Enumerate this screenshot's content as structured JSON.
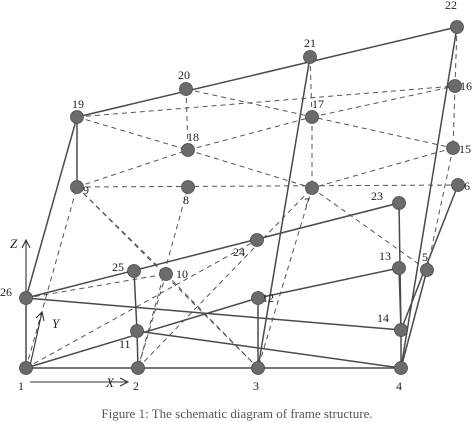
{
  "figure": {
    "caption": "Figure 1: The schematic diagram of frame structure.",
    "axes": {
      "x": "X",
      "y": "Y",
      "z": "Z"
    },
    "colors": {
      "line": "#4a4a4a",
      "node": "#6b6b6b",
      "text": "#222222"
    },
    "nodes": [
      {
        "id": "1"
      },
      {
        "id": "2"
      },
      {
        "id": "3"
      },
      {
        "id": "4"
      },
      {
        "id": "5"
      },
      {
        "id": "6"
      },
      {
        "id": "7"
      },
      {
        "id": "8"
      },
      {
        "id": "9"
      },
      {
        "id": "10"
      },
      {
        "id": "11"
      },
      {
        "id": "12"
      },
      {
        "id": "13"
      },
      {
        "id": "14"
      },
      {
        "id": "15"
      },
      {
        "id": "16"
      },
      {
        "id": "17"
      },
      {
        "id": "18"
      },
      {
        "id": "19"
      },
      {
        "id": "20"
      },
      {
        "id": "21"
      },
      {
        "id": "22"
      },
      {
        "id": "23"
      },
      {
        "id": "24"
      },
      {
        "id": "25"
      },
      {
        "id": "26"
      }
    ],
    "solid_members": [
      [
        "1",
        "4"
      ],
      [
        "1",
        "26"
      ],
      [
        "26",
        "19"
      ],
      [
        "19",
        "22"
      ],
      [
        "22",
        "4"
      ],
      [
        "26",
        "14"
      ],
      [
        "14",
        "4"
      ],
      [
        "11",
        "4"
      ],
      [
        "1",
        "12"
      ],
      [
        "12",
        "13"
      ],
      [
        "26",
        "23"
      ],
      [
        "21",
        "3"
      ],
      [
        "12",
        "3"
      ],
      [
        "11",
        "25"
      ],
      [
        "11",
        "2"
      ],
      [
        "13",
        "14"
      ],
      [
        "23",
        "14"
      ],
      [
        "5",
        "4"
      ],
      [
        "6",
        "14"
      ],
      [
        "9",
        "19"
      ]
    ],
    "dashed_members": [
      [
        "19",
        "16"
      ],
      [
        "20",
        "15"
      ],
      [
        "19",
        "18"
      ],
      [
        "18",
        "17"
      ],
      [
        "17",
        "16"
      ],
      [
        "20",
        "18"
      ],
      [
        "18",
        "7"
      ],
      [
        "21",
        "17"
      ],
      [
        "17",
        "7"
      ],
      [
        "16",
        "15"
      ],
      [
        "15",
        "7"
      ],
      [
        "22",
        "16"
      ],
      [
        "9",
        "6"
      ],
      [
        "9",
        "18"
      ],
      [
        "9",
        "3"
      ],
      [
        "1",
        "9"
      ],
      [
        "2",
        "8"
      ],
      [
        "2",
        "7"
      ],
      [
        "7",
        "3"
      ],
      [
        "7",
        "5"
      ],
      [
        "15",
        "5"
      ],
      [
        "26",
        "10"
      ],
      [
        "10",
        "3"
      ],
      [
        "10",
        "2"
      ],
      [
        "9",
        "10"
      ],
      [
        "12",
        "1"
      ],
      [
        "1",
        "24"
      ]
    ]
  }
}
